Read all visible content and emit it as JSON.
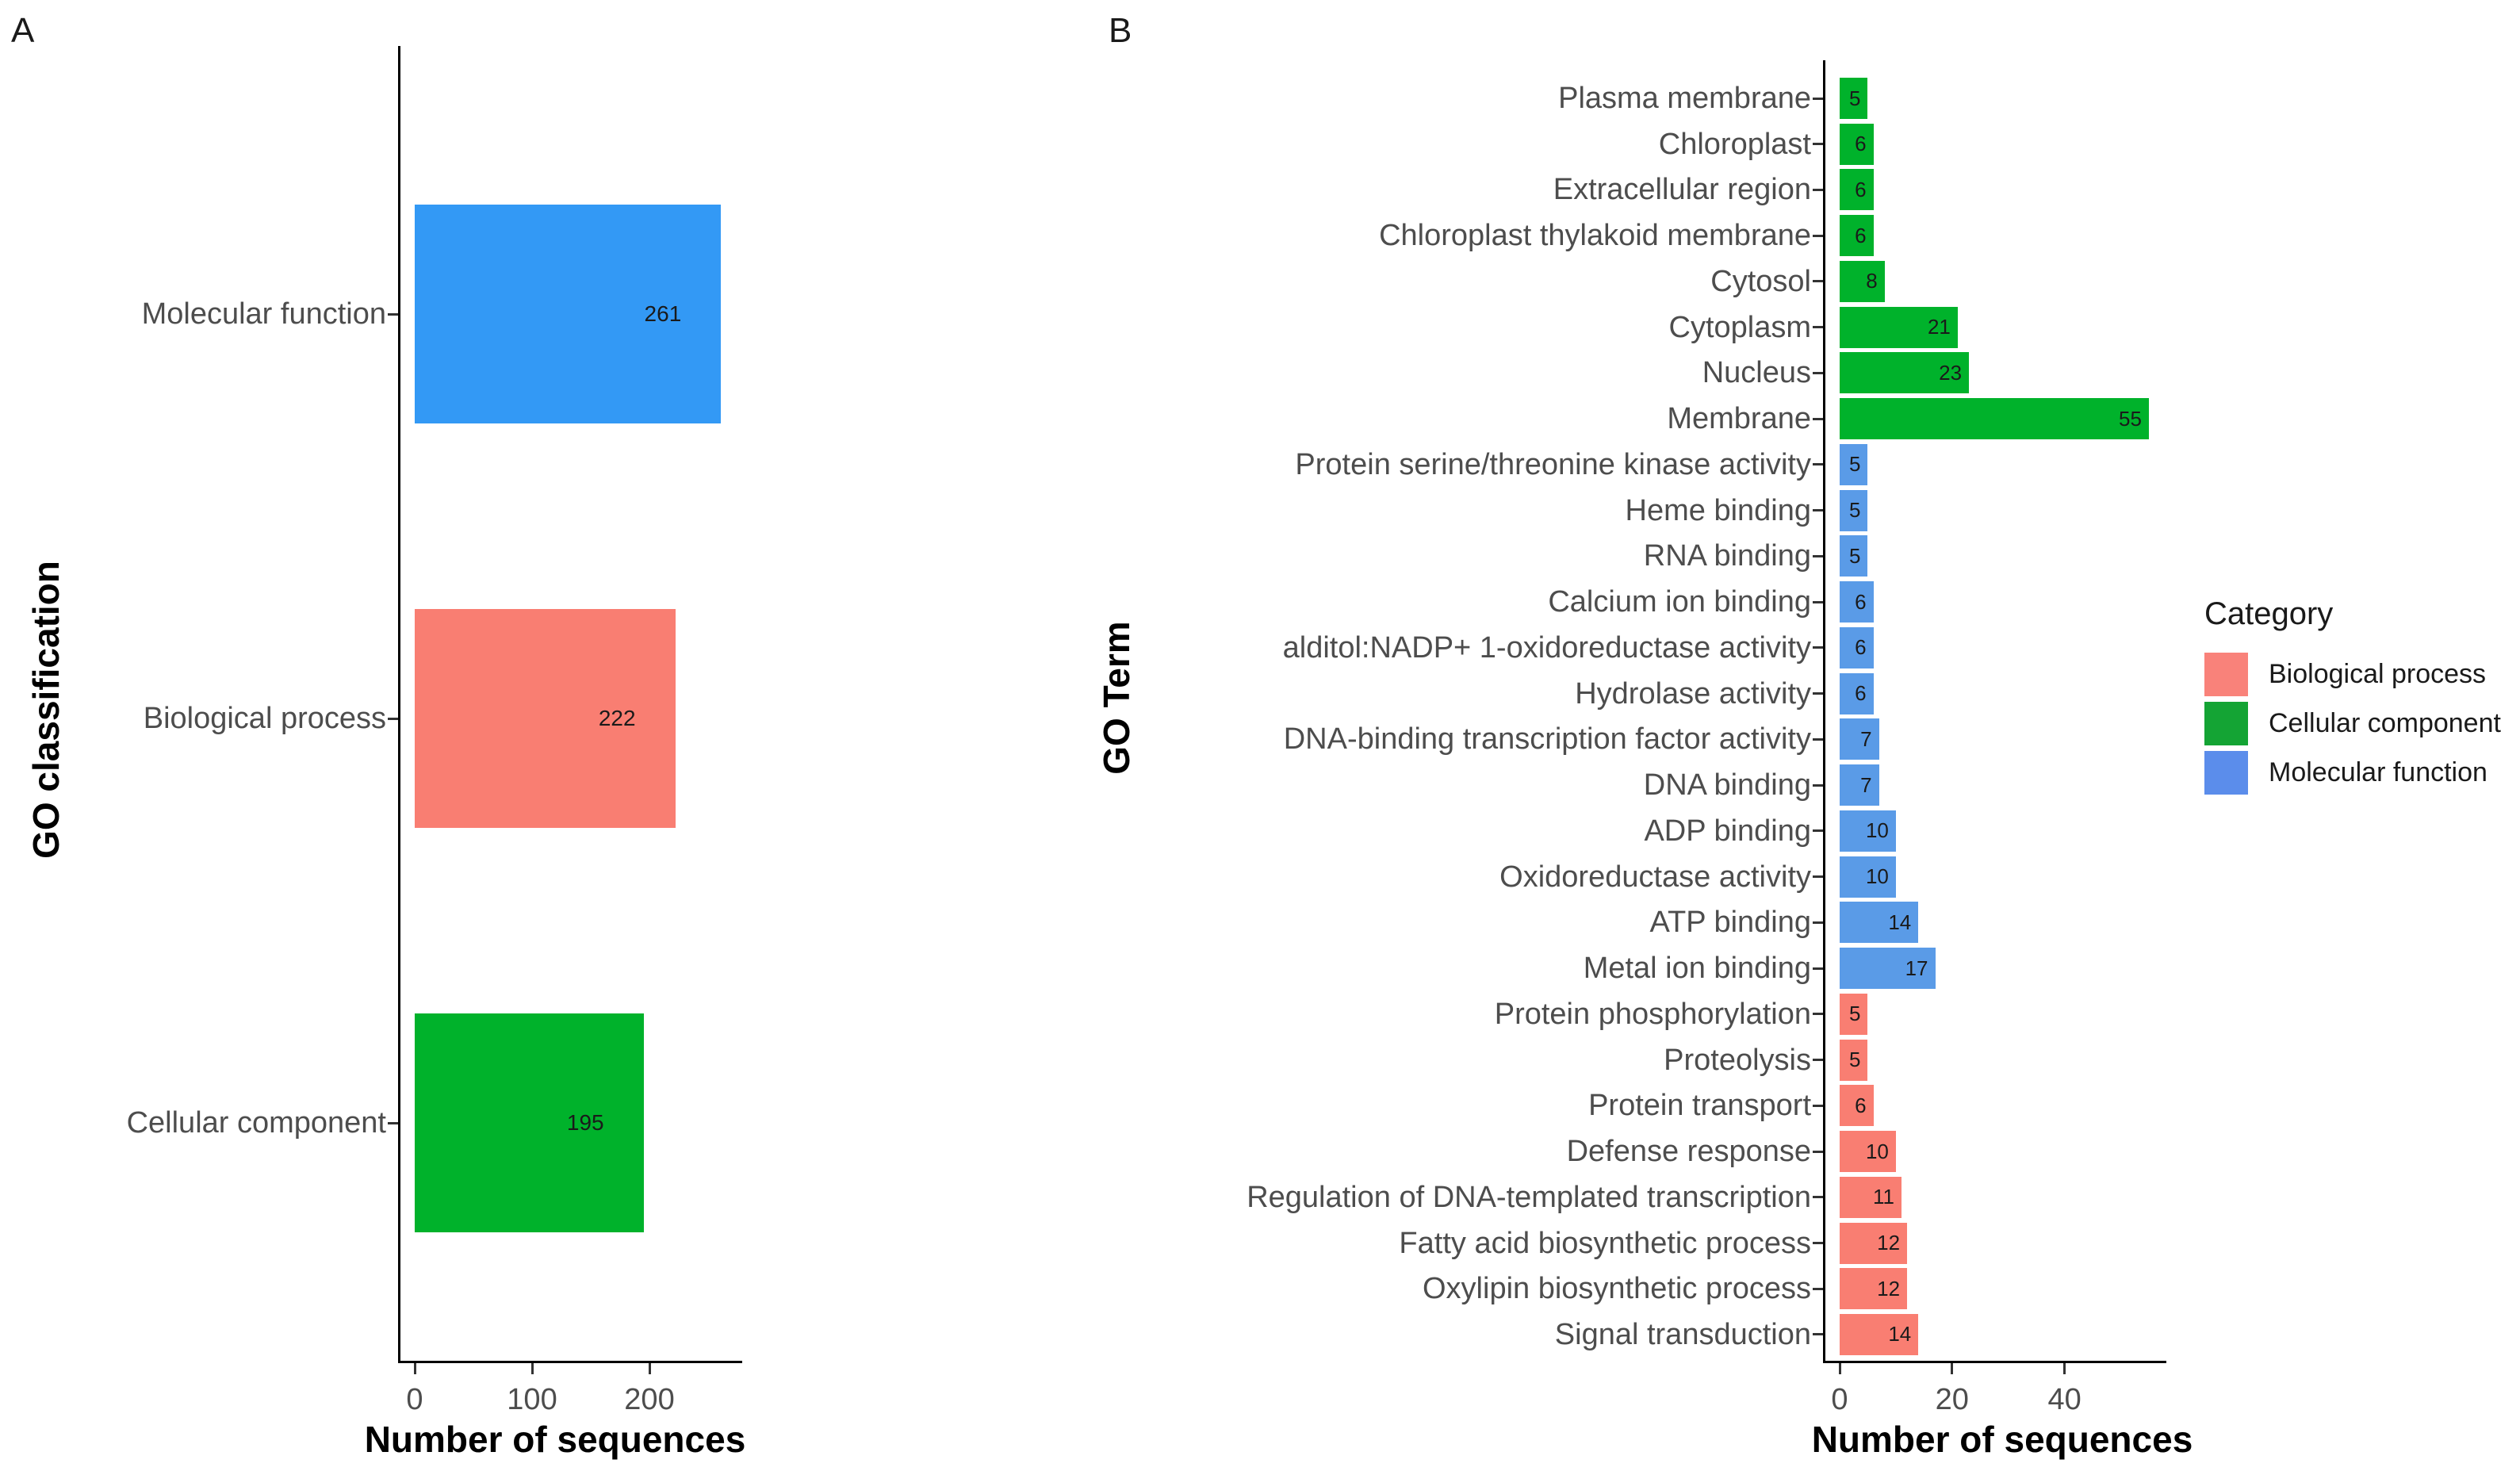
{
  "figure": {
    "background": "#FFFFFF"
  },
  "panels": {
    "a": {
      "tag": "A",
      "x_axis_title": "Number of sequences",
      "y_axis_title": "GO classification"
    },
    "b": {
      "tag": "B",
      "x_axis_title": "Number of sequences",
      "y_axis_title": "GO Term"
    }
  },
  "legend": {
    "title": "Category",
    "items": [
      {
        "label": "Biological process",
        "color": "#F9827A"
      },
      {
        "label": "Cellular component",
        "color": "#14A434"
      },
      {
        "label": "Molecular function",
        "color": "#5B8DEB"
      }
    ]
  },
  "chart_data": [
    {
      "id": "A",
      "type": "bar",
      "orientation": "horizontal",
      "title": "",
      "xlabel": "Number of sequences",
      "ylabel": "GO classification",
      "xlim": [
        0,
        285
      ],
      "xticks": [
        0,
        100,
        200
      ],
      "grid": false,
      "legend": "none",
      "categories": [
        "Molecular function",
        "Biological process",
        "Cellular component"
      ],
      "values": [
        261,
        222,
        195
      ],
      "groups": [
        "Molecular function",
        "Biological process",
        "Cellular component"
      ],
      "palette": {
        "Biological process": "#F97E72",
        "Cellular component": "#00B22B",
        "Molecular function": "#3399F5"
      }
    },
    {
      "id": "B",
      "type": "bar",
      "orientation": "horizontal",
      "title": "",
      "xlabel": "Number of sequences",
      "ylabel": "GO Term",
      "xlim": [
        0,
        58
      ],
      "xticks": [
        0,
        20,
        40
      ],
      "grid": false,
      "legend_position": "right",
      "categories": [
        "Plasma membrane",
        "Chloroplast",
        "Extracellular region",
        "Chloroplast thylakoid membrane",
        "Cytosol",
        "Cytoplasm",
        "Nucleus",
        "Membrane",
        "Protein serine/threonine kinase activity",
        "Heme binding",
        "RNA binding",
        "Calcium ion binding",
        "alditol:NADP+ 1-oxidoreductase activity",
        "Hydrolase activity",
        "DNA-binding transcription factor activity",
        "DNA binding",
        "ADP binding",
        "Oxidoreductase activity",
        "ATP binding",
        "Metal ion binding",
        "Protein phosphorylation",
        "Proteolysis",
        "Protein transport",
        "Defense response",
        "Regulation of DNA-templated transcription",
        "Fatty acid biosynthetic process",
        "Oxylipin biosynthetic process",
        "Signal transduction"
      ],
      "values": [
        5,
        6,
        6,
        6,
        8,
        21,
        23,
        55,
        5,
        5,
        5,
        6,
        6,
        6,
        7,
        7,
        10,
        10,
        14,
        17,
        5,
        5,
        6,
        10,
        11,
        12,
        12,
        14
      ],
      "groups": [
        "Cellular component",
        "Cellular component",
        "Cellular component",
        "Cellular component",
        "Cellular component",
        "Cellular component",
        "Cellular component",
        "Cellular component",
        "Molecular function",
        "Molecular function",
        "Molecular function",
        "Molecular function",
        "Molecular function",
        "Molecular function",
        "Molecular function",
        "Molecular function",
        "Molecular function",
        "Molecular function",
        "Molecular function",
        "Molecular function",
        "Biological process",
        "Biological process",
        "Biological process",
        "Biological process",
        "Biological process",
        "Biological process",
        "Biological process",
        "Biological process"
      ],
      "palette": {
        "Biological process": "#F97E72",
        "Cellular component": "#00B22B",
        "Molecular function": "#5A9BE7"
      }
    }
  ]
}
